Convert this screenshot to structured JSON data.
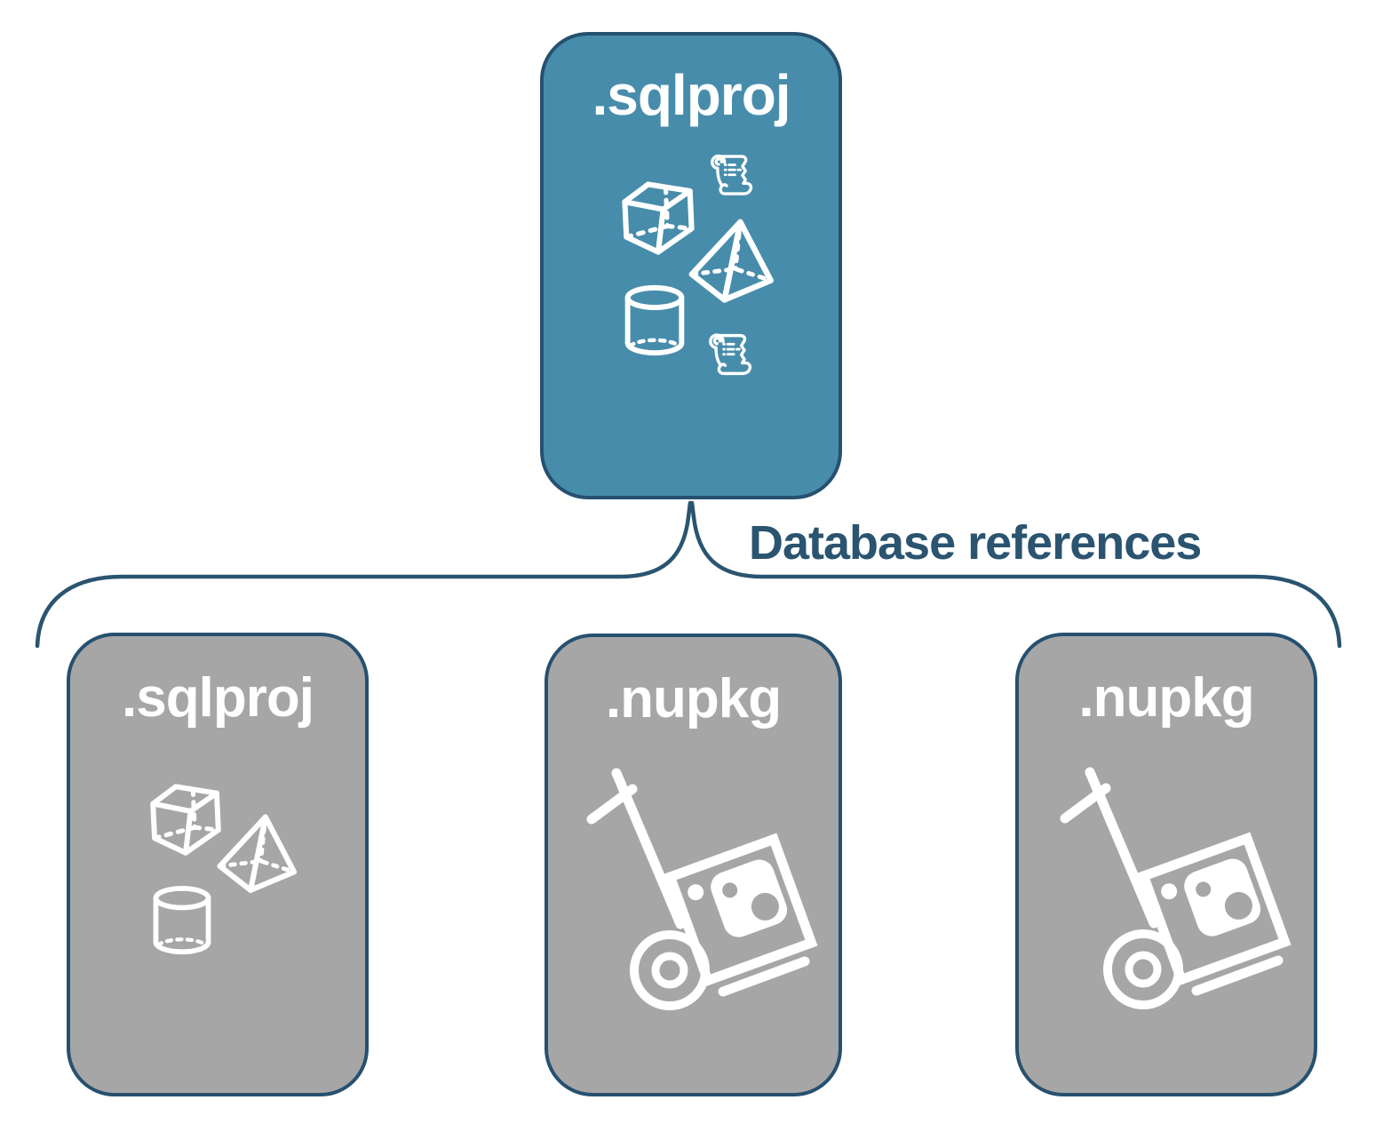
{
  "diagram": {
    "root_box": {
      "label": ".sqlproj"
    },
    "connector_label": "Database references",
    "child_boxes": [
      {
        "label": ".sqlproj",
        "type": "sqlproj"
      },
      {
        "label": ".nupkg",
        "type": "nupkg"
      },
      {
        "label": ".nupkg",
        "type": "nupkg"
      }
    ],
    "colors": {
      "root_fill": "#478DAB",
      "child_fill": "#A6A6A6",
      "outline": "#26506F",
      "connector": "#2A5470",
      "icon": "#FFFFFF"
    },
    "icon_names": {
      "root": [
        "scroll-icon",
        "cube-icon",
        "pyramid-icon",
        "cylinder-icon",
        "scroll-icon"
      ],
      "sqlproj_child": [
        "cube-icon",
        "pyramid-icon",
        "cylinder-icon"
      ],
      "nupkg_child": [
        "package-dolly-icon"
      ]
    }
  }
}
